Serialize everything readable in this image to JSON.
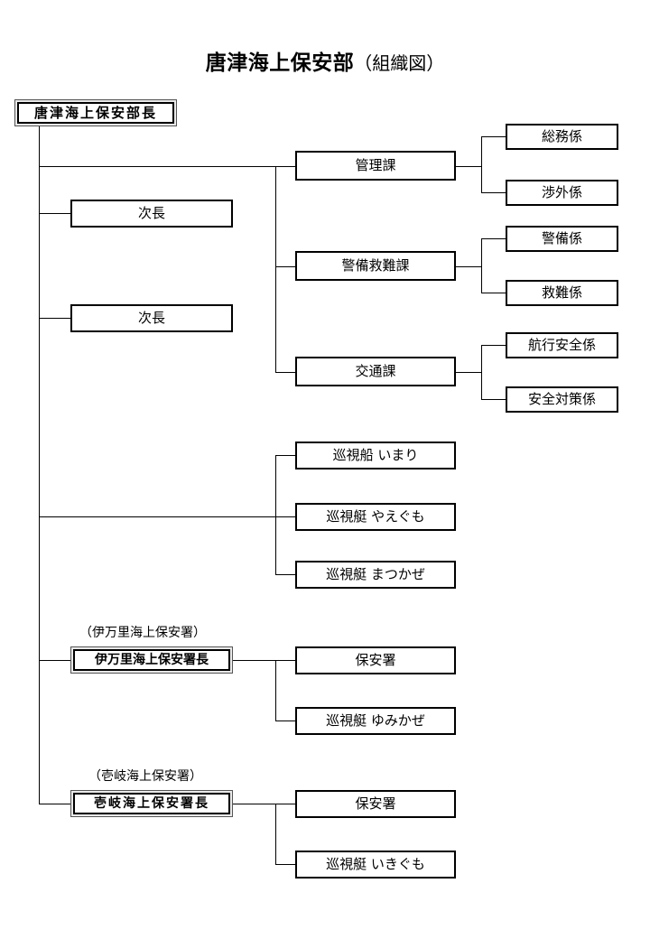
{
  "title": {
    "main": "唐津海上保安部",
    "sub": "（組織図）"
  },
  "head": {
    "label": "唐津海上保安部長"
  },
  "deputies": [
    {
      "label": "次長"
    },
    {
      "label": "次長"
    }
  ],
  "divisions": [
    {
      "label": "管理課",
      "sections": [
        {
          "label": "総務係"
        },
        {
          "label": "渉外係"
        }
      ]
    },
    {
      "label": "警備救難課",
      "sections": [
        {
          "label": "警備係"
        },
        {
          "label": "救難係"
        }
      ]
    },
    {
      "label": "交通課",
      "sections": [
        {
          "label": "航行安全係"
        },
        {
          "label": "安全対策係"
        }
      ]
    }
  ],
  "vessels": [
    {
      "label": "巡視船 いまり"
    },
    {
      "label": "巡視艇 やえぐも"
    },
    {
      "label": "巡視艇 まつかぜ"
    }
  ],
  "stations": [
    {
      "caption": "（伊万里海上保安署）",
      "chief": "伊万里海上保安署長",
      "children": [
        {
          "label": "保安署"
        },
        {
          "label": "巡視艇 ゆみかぜ"
        }
      ]
    },
    {
      "caption": "（壱岐海上保安署）",
      "chief": "壱岐海上保安署長",
      "children": [
        {
          "label": "保安署"
        },
        {
          "label": "巡視艇 いきぐも"
        }
      ]
    }
  ],
  "colors": {
    "line": "#000000",
    "box_border": "#000000",
    "background": "#ffffff",
    "double_border": "#555555"
  }
}
